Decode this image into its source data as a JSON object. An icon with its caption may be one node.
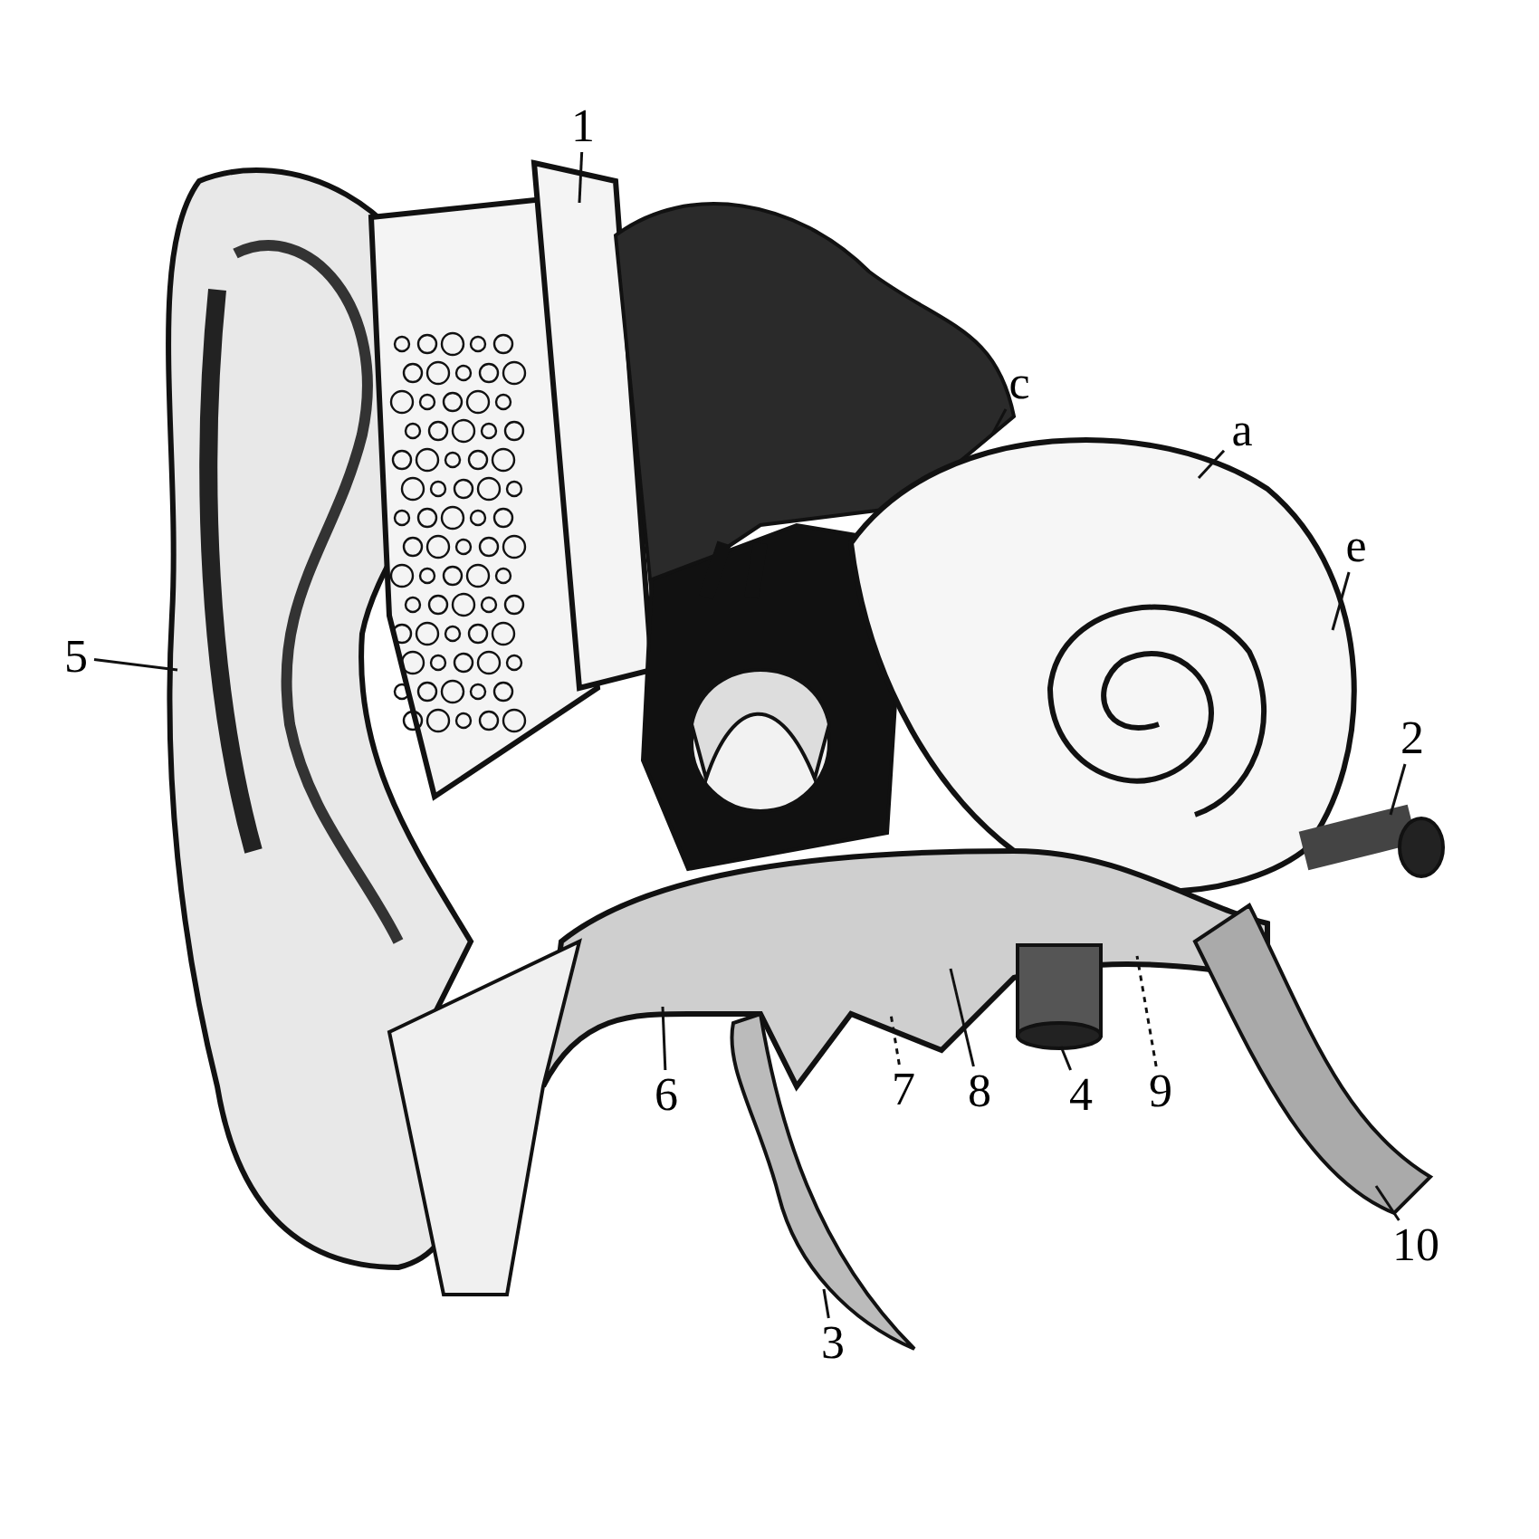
{
  "diagram": {
    "nodes": [
      {
        "text": [
          "1"
        ]
      },
      {
        "text": [
          "c"
        ]
      },
      {
        "text": [
          "a"
        ]
      },
      {
        "text": [
          "e"
        ]
      },
      {
        "text": [
          "5"
        ]
      },
      {
        "text": [
          "2"
        ]
      },
      {
        "text": [
          "6"
        ]
      },
      {
        "text": [
          "7"
        ]
      },
      {
        "text": [
          "8"
        ]
      },
      {
        "text": [
          "4"
        ]
      },
      {
        "text": [
          "9"
        ]
      },
      {
        "text": [
          "10"
        ]
      },
      {
        "text": [
          "3"
        ]
      }
    ],
    "edges": [
      {
        "from": 0,
        "to": null,
        "arrow": "none"
      },
      {
        "from": 1,
        "to": null,
        "arrow": "none"
      },
      {
        "from": 2,
        "to": null,
        "arrow": "none"
      },
      {
        "from": 3,
        "to": null,
        "arrow": "none"
      },
      {
        "from": 4,
        "to": null,
        "arrow": "none"
      },
      {
        "from": 5,
        "to": null,
        "arrow": "none"
      },
      {
        "from": 6,
        "to": null,
        "arrow": "none"
      },
      {
        "from": 7,
        "to": null,
        "arrow": "none",
        "style": "dashed"
      },
      {
        "from": 8,
        "to": null,
        "arrow": "none"
      },
      {
        "from": 9,
        "to": null,
        "arrow": "none"
      },
      {
        "from": 10,
        "to": null,
        "arrow": "none",
        "style": "dashed"
      },
      {
        "from": 11,
        "to": null,
        "arrow": "none"
      },
      {
        "from": 12,
        "to": null,
        "arrow": "none"
      }
    ]
  }
}
